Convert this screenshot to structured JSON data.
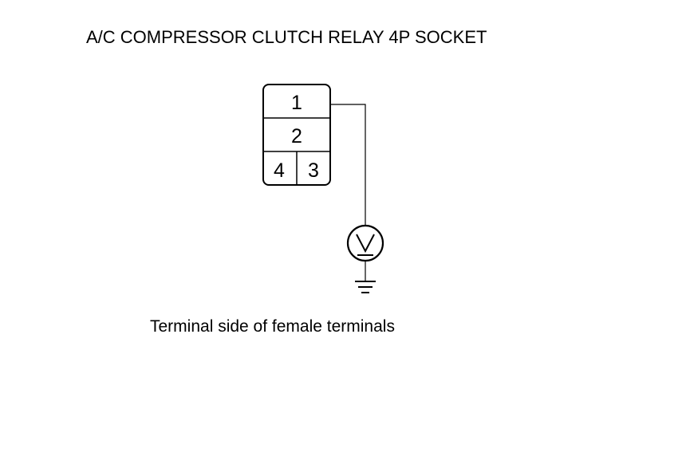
{
  "title": "A/C COMPRESSOR CLUTCH RELAY 4P SOCKET",
  "caption": "Terminal side of female terminals",
  "connector": {
    "terminals": [
      {
        "id": "t1",
        "label": "1"
      },
      {
        "id": "t2",
        "label": "2"
      },
      {
        "id": "t4",
        "label": "4"
      },
      {
        "id": "t3",
        "label": "3"
      }
    ]
  },
  "meter": {
    "symbol": "V"
  },
  "icons": {
    "meter": "voltmeter-icon",
    "ground": "ground-icon"
  },
  "colors": {
    "line": "#000000",
    "background": "#ffffff"
  }
}
